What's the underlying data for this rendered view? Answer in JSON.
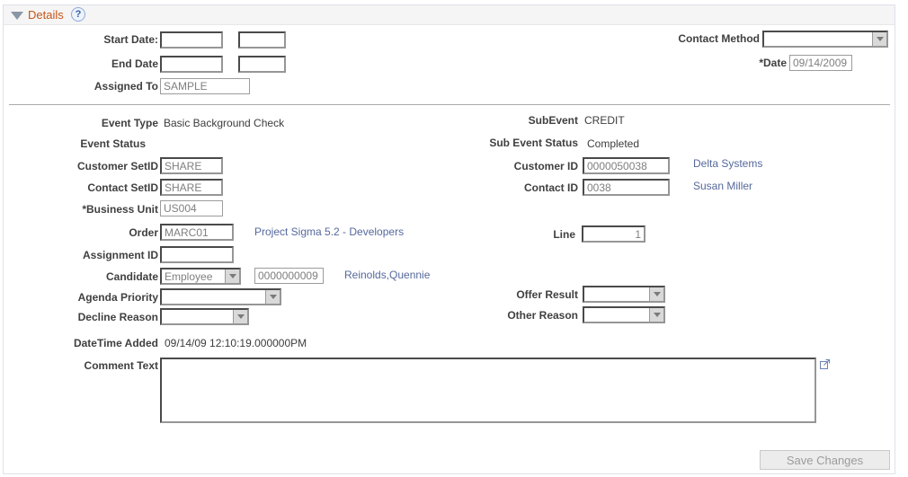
{
  "panel": {
    "title": "Details",
    "help_icon": "?"
  },
  "fields": {
    "start_date": {
      "label": "Start Date:",
      "value1": "",
      "value2": ""
    },
    "end_date": {
      "label": "End Date",
      "value1": "",
      "value2": ""
    },
    "assigned_to": {
      "label": "Assigned To",
      "value": "SAMPLE"
    },
    "contact_method": {
      "label": "Contact Method",
      "value": ""
    },
    "date": {
      "label": "*Date",
      "value": "09/14/2009"
    },
    "event_type": {
      "label": "Event Type",
      "value": "Basic Background Check"
    },
    "sub_event": {
      "label": "SubEvent",
      "value": "CREDIT"
    },
    "event_status": {
      "label": "Event Status",
      "value": ""
    },
    "sub_event_status": {
      "label": "Sub Event Status",
      "value": "Completed"
    },
    "customer_setid": {
      "label": "Customer SetID",
      "value": "SHARE"
    },
    "customer_id": {
      "label": "Customer ID",
      "value": "0000050038",
      "link": "Delta Systems"
    },
    "contact_setid": {
      "label": "Contact SetID",
      "value": "SHARE"
    },
    "contact_id": {
      "label": "Contact ID",
      "value": "0038",
      "link": "Susan Miller"
    },
    "business_unit": {
      "label": "*Business Unit",
      "value": "US004"
    },
    "order": {
      "label": "Order",
      "value": "MARC01",
      "link": "Project Sigma 5.2 - Developers"
    },
    "line": {
      "label": "Line",
      "value": "1"
    },
    "assignment_id": {
      "label": "Assignment ID",
      "value": ""
    },
    "candidate": {
      "label": "Candidate",
      "type": "Employee",
      "id": "0000000009",
      "link": "Reinolds,Quennie"
    },
    "agenda_priority": {
      "label": "Agenda Priority",
      "value": ""
    },
    "offer_result": {
      "label": "Offer Result",
      "value": ""
    },
    "decline_reason": {
      "label": "Decline Reason",
      "value": ""
    },
    "other_reason": {
      "label": "Other Reason",
      "value": ""
    },
    "datetime_added": {
      "label": "DateTime Added",
      "value": "09/14/09 12:10:19.000000PM"
    },
    "comment_text": {
      "label": "Comment Text",
      "value": ""
    }
  },
  "footer": {
    "save_button": "Save Changes"
  },
  "colors": {
    "title": "#c3561b",
    "link": "#56699c",
    "value_text": "#7f7f7f"
  }
}
